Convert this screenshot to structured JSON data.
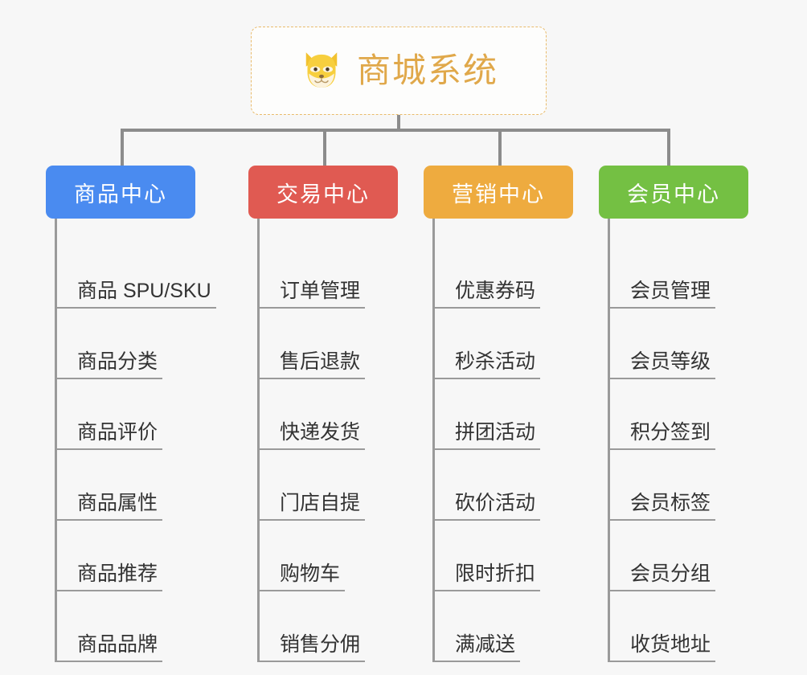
{
  "background_color": "#f7f7f7",
  "root": {
    "title": "商城系统",
    "icon": "shiba-dog-face-icon",
    "title_color": "#e0a84a",
    "border_color": "#e9bb6b"
  },
  "columns": [
    {
      "header": "商品中心",
      "color": "#4a8bf0",
      "items": [
        "商品 SPU/SKU",
        "商品分类",
        "商品评价",
        "商品属性",
        "商品推荐",
        "商品品牌"
      ]
    },
    {
      "header": "交易中心",
      "color": "#e05a52",
      "items": [
        "订单管理",
        "售后退款",
        "快递发货",
        "门店自提",
        "购物车",
        "销售分佣"
      ]
    },
    {
      "header": "营销中心",
      "color": "#eeab3f",
      "items": [
        "优惠券码",
        "秒杀活动",
        "拼团活动",
        "砍价活动",
        "限时折扣",
        "满减送"
      ]
    },
    {
      "header": "会员中心",
      "color": "#74c043",
      "items": [
        "会员管理",
        "会员等级",
        "积分签到",
        "会员标签",
        "会员分组",
        "收货地址"
      ]
    }
  ]
}
